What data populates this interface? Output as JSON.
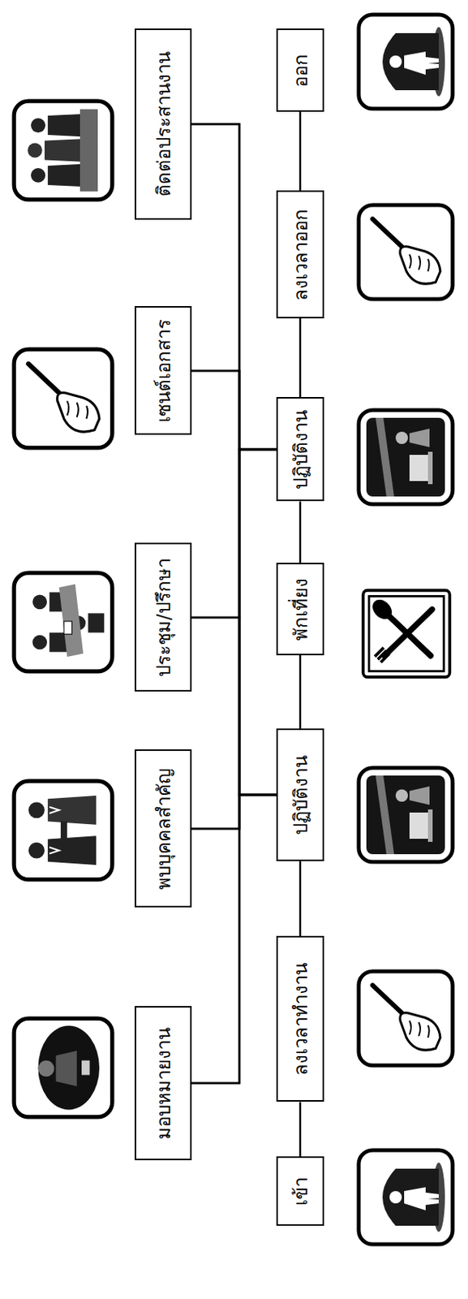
{
  "diagram": {
    "nodes": [
      {
        "text": [
          "มอบหมายงาน"
        ]
      },
      {
        "text": [
          "พบบุคคลสำคัญ"
        ]
      },
      {
        "text": [
          "ประชุม/ปรึกษา"
        ]
      },
      {
        "text": [
          "เซนต์เอกสาร"
        ]
      },
      {
        "text": [
          "ติดต่อประสานงาน"
        ]
      },
      {
        "text": [
          "เข้า"
        ]
      },
      {
        "text": [
          "ลงเวลาทำงาน"
        ]
      },
      {
        "text": [
          "ปฏิบัติงาน"
        ]
      },
      {
        "text": [
          "พักเที่ยง"
        ]
      },
      {
        "text": [
          "ปฏิบัติงาน"
        ]
      },
      {
        "text": [
          "ลงเวลาออก"
        ]
      },
      {
        "text": [
          "ออก"
        ]
      }
    ],
    "edges": [
      {
        "from": 5,
        "to": 6,
        "arrow": "none"
      },
      {
        "from": 6,
        "to": 7,
        "arrow": "none"
      },
      {
        "from": 7,
        "to": 8,
        "arrow": "none"
      },
      {
        "from": 8,
        "to": 9,
        "arrow": "none"
      },
      {
        "from": 9,
        "to": 10,
        "arrow": "none"
      },
      {
        "from": 10,
        "to": 11,
        "arrow": "none"
      },
      {
        "from": 7,
        "to": 0,
        "arrow": "none"
      },
      {
        "from": 7,
        "to": 1,
        "arrow": "none"
      },
      {
        "from": 7,
        "to": 2,
        "arrow": "none"
      },
      {
        "from": 7,
        "to": 3,
        "arrow": "none"
      },
      {
        "from": 7,
        "to": 4,
        "arrow": "none"
      },
      {
        "from": 9,
        "to": 0,
        "arrow": "none"
      },
      {
        "from": 9,
        "to": 1,
        "arrow": "none"
      },
      {
        "from": 9,
        "to": 2,
        "arrow": "none"
      },
      {
        "from": 9,
        "to": 3,
        "arrow": "none"
      },
      {
        "from": 9,
        "to": 4,
        "arrow": "none"
      }
    ]
  }
}
